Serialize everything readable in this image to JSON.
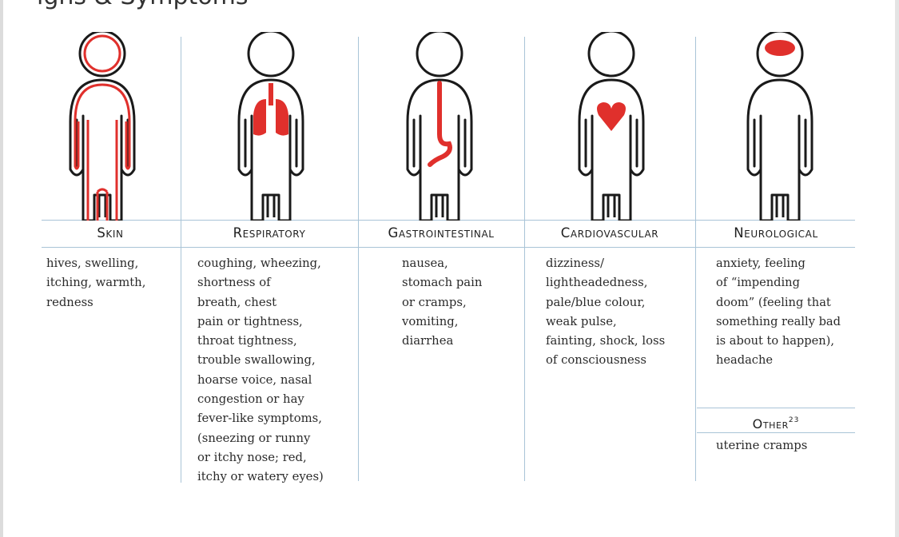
{
  "title_fragment": "igns & Symptoms",
  "columns": [
    {
      "key": "skin",
      "header": "Skin",
      "symptoms": "hives, swelling,\nitching, warmth,\nredness"
    },
    {
      "key": "respiratory",
      "header": "Respiratory",
      "symptoms": "coughing, wheezing,\nshortness of\nbreath, chest\npain or tightness,\nthroat tightness,\ntrouble swallowing,\nhoarse voice, nasal\ncongestion or hay\nfever-like symptoms,\n(sneezing or runny\nor itchy nose; red,\nitchy or watery eyes)"
    },
    {
      "key": "gastrointestinal",
      "header": "Gastrointestinal",
      "symptoms": "nausea,\nstomach pain\nor cramps,\nvomiting,\ndiarrhea"
    },
    {
      "key": "cardiovascular",
      "header": "Cardiovascular",
      "symptoms": "dizziness/\nlightheadedness,\npale/blue colour,\nweak pulse,\nfainting, shock, loss\nof consciousness"
    },
    {
      "key": "neurological",
      "header": "Neurological",
      "symptoms": "anxiety, feeling\nof “impending\ndoom” (feeling that\nsomething really bad\nis about to happen),\nheadache"
    }
  ],
  "other": {
    "header": "Other",
    "superscript": "23",
    "symptoms": "uterine cramps"
  },
  "colors": {
    "accent_red": "#e0302c",
    "outline": "#1a1a1a",
    "divider": "#a9c4d7"
  },
  "icons": [
    "skin-figure-icon",
    "lungs-figure-icon",
    "stomach-figure-icon",
    "heart-figure-icon",
    "brain-figure-icon"
  ]
}
